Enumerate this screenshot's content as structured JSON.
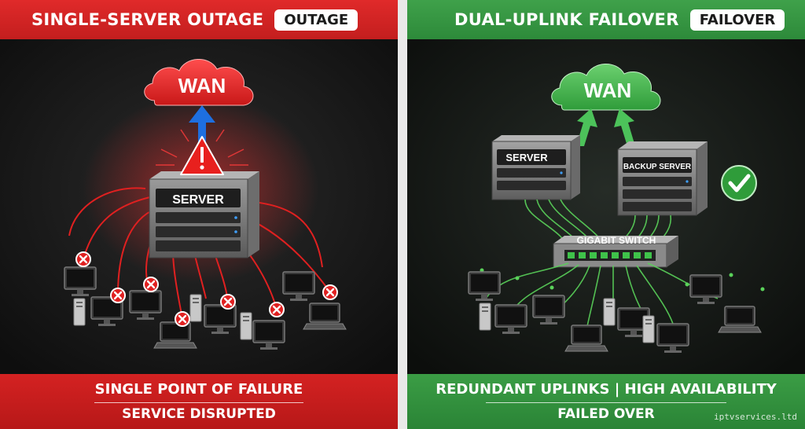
{
  "left": {
    "title": "SINGLE-SERVER OUTAGE",
    "badge": "OUTAGE",
    "cloud_label": "WAN",
    "server_label": "SERVER",
    "footer_line1": "SINGLE POINT OF FAILURE",
    "footer_line2": "SERVICE DISRUPTED",
    "accent_color": "#d42222",
    "uplink_color": "#1e6fe0",
    "icons": [
      "warning-icon",
      "error-x-icon"
    ]
  },
  "right": {
    "title": "DUAL-UPLINK FAILOVER",
    "badge": "FAILOVER",
    "cloud_label": "WAN",
    "server_label": "SERVER",
    "backup_server_label": "BACKUP SERVER",
    "switch_label": "GIGABIT SWITCH",
    "footer_line1": "REDUNDANT UPLINKS | HIGH AVAILABILITY",
    "footer_line2": "FAILED OVER",
    "accent_color": "#3b9d45",
    "icons": [
      "checkmark-icon"
    ]
  },
  "watermark": "iptvservices.ltd"
}
